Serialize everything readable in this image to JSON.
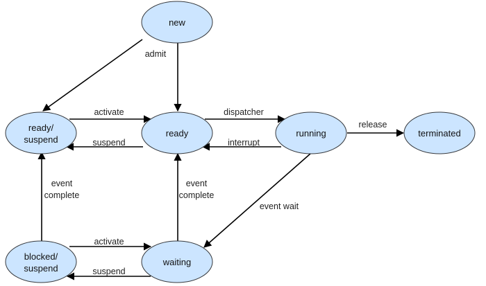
{
  "states": {
    "new": "new",
    "ready_suspend": [
      "ready/",
      "suspend"
    ],
    "ready": "ready",
    "running": "running",
    "terminated": "terminated",
    "blocked_suspend": [
      "blocked/",
      "suspend"
    ],
    "waiting": "waiting"
  },
  "transitions": {
    "admit": "admit",
    "activate_top": "activate",
    "suspend_top": "suspend",
    "dispatcher": "dispatcher",
    "interrupt": "interrupt",
    "release": "release",
    "event_complete_left": [
      "event",
      "complete"
    ],
    "event_complete_mid": [
      "event",
      "complete"
    ],
    "event_wait": "event wait",
    "activate_bottom": "activate",
    "suspend_bottom": "suspend"
  },
  "colors": {
    "state_fill": "#cce5ff",
    "state_stroke": "#36393d",
    "edge": "#000000"
  }
}
